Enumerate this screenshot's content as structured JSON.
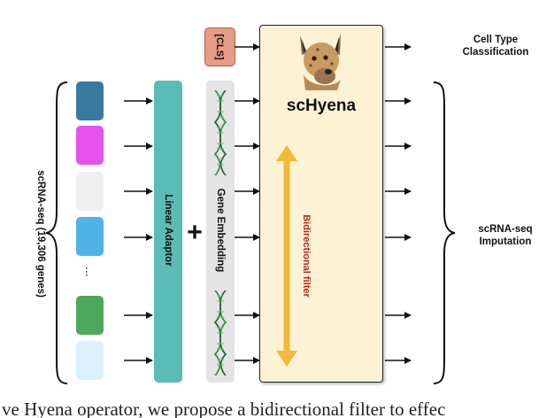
{
  "input_label": "scRNA-seq (19,306 genes)",
  "ellipsis": "...",
  "linear_adaptor_label": "Linear Adaptor",
  "plus_sign": "+",
  "gene_embedding_label": "Gene Embedding",
  "cls_token": "[CLS]",
  "model_name": "scHyena",
  "filter_label": "Bidirectional filter",
  "output_cell_type": "Cell Type Classification",
  "output_imputation": "scRNA-seq Imputation",
  "caption_fragment": "ve Hyena operator, we propose a bidirectional filter to effec",
  "colors": {
    "gene_boxes": [
      "#3a7aa0",
      "#e551ec",
      "#f0f0f0",
      "#4fb3e8",
      "#4ea85c",
      "#dbf2fd"
    ],
    "adaptor": "#5bbcb7",
    "embedding": "#e4e4e4",
    "cls": "#e59c84",
    "hyena_block": "#fdf2d4",
    "filter_arrow": "#f0b93a",
    "filter_text": "#b5281c"
  }
}
